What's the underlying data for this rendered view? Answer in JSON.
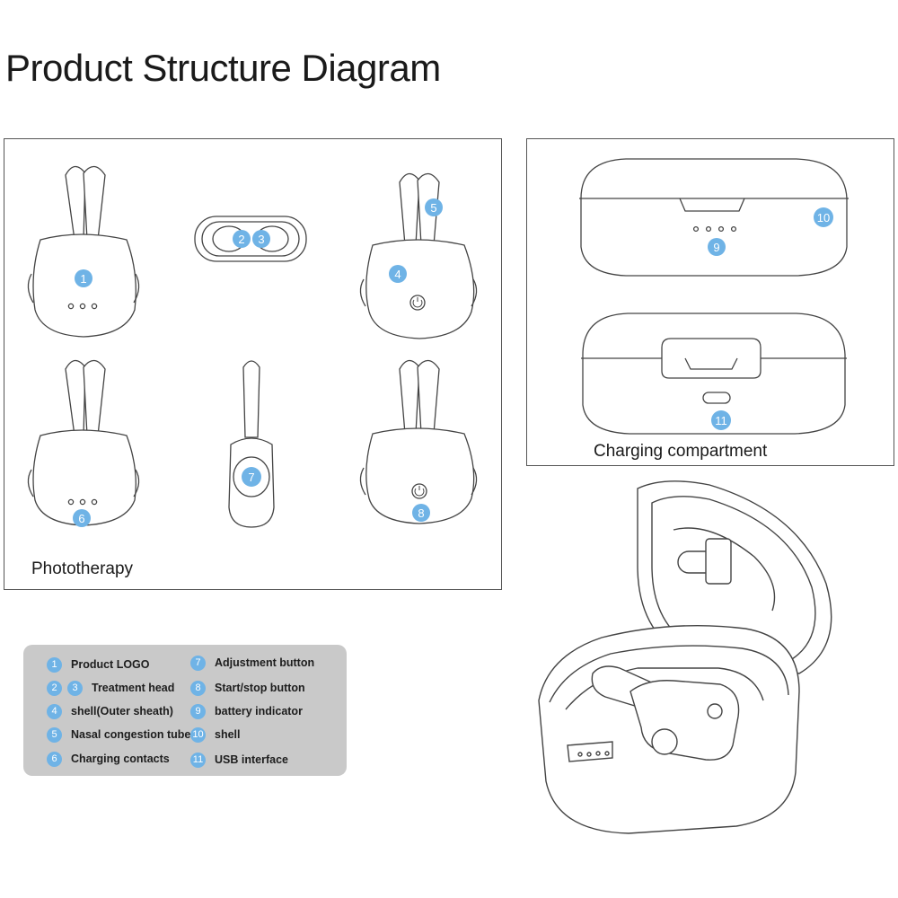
{
  "title": "Product Structure Diagram",
  "panels": {
    "phototherapy_label": "Phototherapy",
    "charging_label": "Charging compartment"
  },
  "callouts": {
    "n1": "1",
    "n2": "2",
    "n3": "3",
    "n4": "4",
    "n5": "5",
    "n6": "6",
    "n7": "7",
    "n8": "8",
    "n9": "9",
    "n10": "10",
    "n11": "11"
  },
  "legend": {
    "items": [
      {
        "numbers": [
          "1"
        ],
        "label": "Product LOGO"
      },
      {
        "numbers": [
          "2",
          "3"
        ],
        "label": "Treatment head"
      },
      {
        "numbers": [
          "4"
        ],
        "label": "shell(Outer sheath)"
      },
      {
        "numbers": [
          "5"
        ],
        "label": "Nasal congestion tube"
      },
      {
        "numbers": [
          "6"
        ],
        "label": "Charging contacts"
      },
      {
        "numbers": [
          "7"
        ],
        "label": "Adjustment button"
      },
      {
        "numbers": [
          "8"
        ],
        "label": "Start/stop button"
      },
      {
        "numbers": [
          "9"
        ],
        "label": "battery indicator"
      },
      {
        "numbers": [
          "10"
        ],
        "label": "shell"
      },
      {
        "numbers": [
          "11"
        ],
        "label": "USB interface"
      }
    ]
  },
  "colors": {
    "callout_blue": "#6fb3e6",
    "legend_bg": "#c9c9c9",
    "line": "#444444"
  }
}
